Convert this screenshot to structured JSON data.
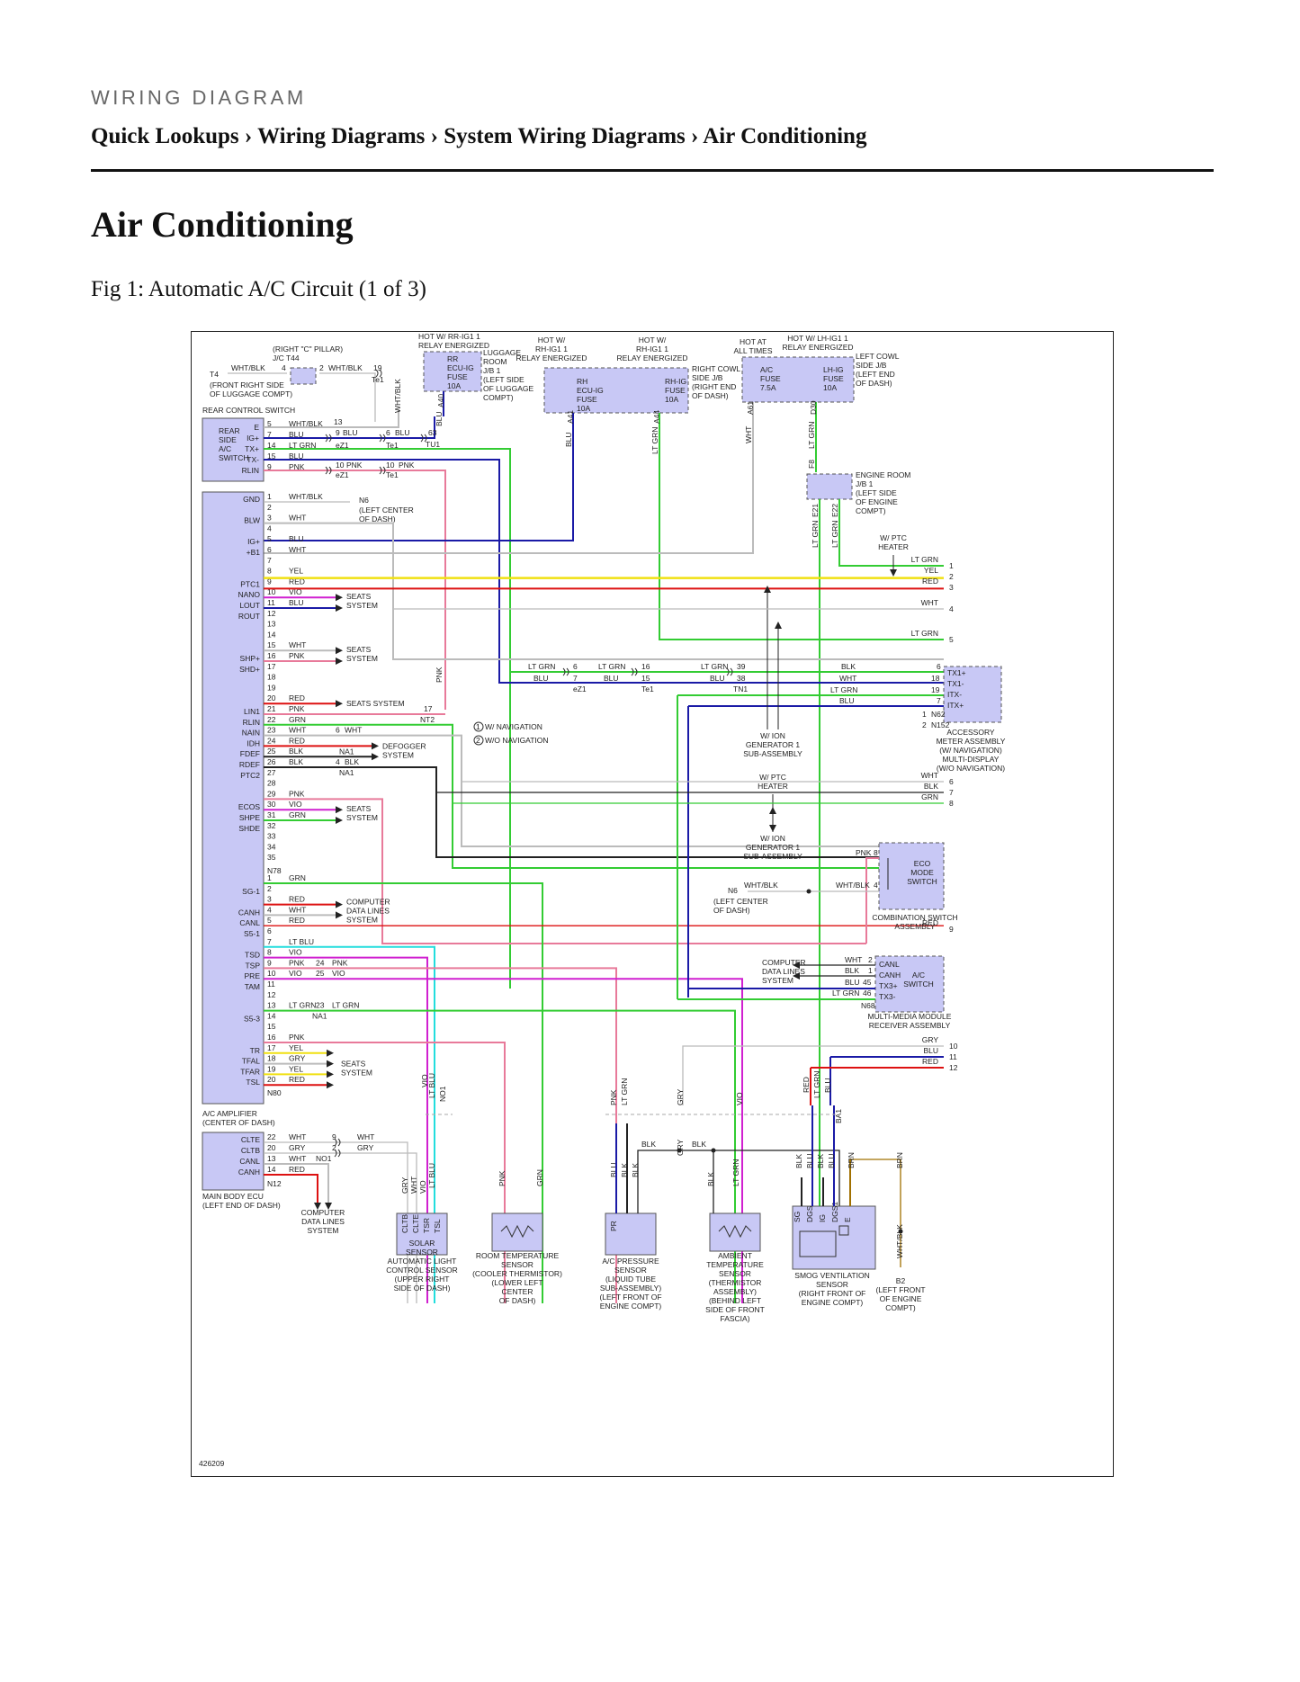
{
  "header": {
    "kicker": "WIRING DIAGRAM"
  },
  "breadcrumb": [
    "Quick Lookups",
    "Wiring Diagrams",
    "System Wiring Diagrams",
    "Air Conditioning"
  ],
  "breadcrumb_sep": "›",
  "page_title": "Air Conditioning",
  "figure_caption": "Fig 1: Automatic A/C Circuit (1 of 3)",
  "diagram": {
    "figure_number": "426209",
    "colors": {
      "box_fill": "#c8c8f5",
      "grn": "#33cc33",
      "blu": "#1a1aa6",
      "red": "#dd1111",
      "pnk": "#e87a9a",
      "vio": "#d020d0",
      "yel": "#f0e010",
      "wht": "#bbbbbb",
      "blk": "#222222",
      "ltblu": "#22dddd",
      "brn": "#a07000"
    },
    "components": {
      "rear_switch_title": "REAR CONTROL SWITCH",
      "rear_switch": [
        "REAR",
        "SIDE",
        "A/C",
        "SWITCH"
      ],
      "right_c_pillar": [
        "(RIGHT \"C\" PILLAR)",
        "J/C T44"
      ],
      "t4": "T4",
      "front_right_side": [
        "(FRONT RIGHT SIDE",
        "OF LUGGAGE COMPT)"
      ],
      "rr_hot": [
        "HOT W/ RR-IG1 1",
        "RELAY ENERGIZED"
      ],
      "rr_fuse": [
        "RR",
        "ECU-IG",
        "FUSE",
        "10A"
      ],
      "luggage_jb": [
        "LUGGAGE",
        "ROOM",
        "J/B 1",
        "(LEFT SIDE",
        "OF LUGGAGE",
        "COMPT)"
      ],
      "rh1_hot": [
        "HOT W/",
        "RH-IG1 1",
        "RELAY ENERGIZED"
      ],
      "rh2_hot": [
        "HOT W/",
        "RH-IG1 1",
        "RELAY ENERGIZED"
      ],
      "rh_fuse": [
        "RH",
        "ECU-IG",
        "FUSE",
        "10A"
      ],
      "rhig_fuse": [
        "RH-IG",
        "FUSE",
        "10A"
      ],
      "right_cowl": [
        "RIGHT COWL",
        "SIDE J/B",
        "(RIGHT END",
        "OF DASH)"
      ],
      "all_times": [
        "HOT AT",
        "ALL TIMES"
      ],
      "lh_hot": [
        "HOT W/ LH-IG1 1",
        "RELAY ENERGIZED"
      ],
      "ac_fuse": [
        "A/C",
        "FUSE",
        "7.5A"
      ],
      "lhig_fuse": [
        "LH-IG",
        "FUSE",
        "10A"
      ],
      "left_cowl": [
        "LEFT COWL",
        "SIDE J/B",
        "(LEFT END",
        "OF DASH)"
      ],
      "engine_jb": [
        "ENGINE ROOM",
        "J/B 1",
        "(LEFT SIDE",
        "OF ENGINE",
        "COMPT)"
      ],
      "ptc_heater_1": [
        "W/ PTC",
        "HEATER"
      ],
      "n6": "N6",
      "n6_loc": [
        "(LEFT CENTER",
        "OF DASH)"
      ],
      "legend": [
        "W/ NAVIGATION",
        "W/O NAVIGATION"
      ],
      "ion_1": [
        "W/ ION",
        "GENERATOR 1",
        "SUB-ASSEMBLY"
      ],
      "ptc_heater_2": [
        "W/ PTC",
        "HEATER"
      ],
      "ion_2": [
        "W/ ION",
        "GENERATOR 1",
        "SUB-ASSEMBLY"
      ],
      "accessory_meter": [
        "ACCESSORY",
        "METER ASSEMBLY",
        "(W/ NAVIGATION)",
        "MULTI-DISPLAY",
        "(W/O NAVIGATION)"
      ],
      "eco_switch": [
        "ECO",
        "MODE",
        "SWITCH"
      ],
      "combo_switch": [
        "COMBINATION SWITCH",
        "ASSEMBLY"
      ],
      "n6b_loc": [
        "(LEFT CENTER",
        "OF DASH)"
      ],
      "ac_switch": [
        "A/C",
        "SWITCH"
      ],
      "multimedia": [
        "MULTI-MEDIA MODULE",
        "RECEIVER ASSEMBLY"
      ],
      "ac_amp": [
        "A/C AMPLIFIER",
        "(CENTER OF DASH)"
      ],
      "main_body_ecu": [
        "MAIN BODY ECU",
        "(LEFT END OF DASH)"
      ],
      "comp_data": [
        "COMPUTER",
        "DATA LINES",
        "SYSTEM"
      ],
      "solar": [
        "SOLAR",
        "SENSOR"
      ],
      "auto_light": [
        "AUTOMATIC LIGHT",
        "CONTROL SENSOR",
        "(UPPER RIGHT",
        "SIDE OF DASH)"
      ],
      "room_temp": [
        "ROOM TEMPERATURE",
        "SENSOR",
        "(COOLER THERMISTOR)",
        "(LOWER LEFT",
        "CENTER",
        "OF DASH)"
      ],
      "ac_pressure": [
        "A/C PRESSURE",
        "SENSOR",
        "(LIQUID TUBE",
        "SUB-ASSEMBLY)",
        "(LEFT FRONT OF",
        "ENGINE COMPT)"
      ],
      "ambient": [
        "AMBIENT",
        "TEMPERATURE",
        "SENSOR",
        "(THERMISTOR",
        "ASSEMBLY)",
        "(BEHIND LEFT",
        "SIDE OF FRONT",
        "FASCIA)"
      ],
      "smog": [
        "SMOG VENTILATION",
        "SENSOR",
        "(RIGHT FRONT OF",
        "ENGINE COMPT)"
      ],
      "b2": [
        "B2",
        "(LEFT FRONT",
        "OF ENGINE",
        "COMPT)"
      ],
      "seats": [
        "SEATS",
        "SYSTEM"
      ],
      "seats_one": "SEATS SYSTEM",
      "defogger": [
        "DEFOGGER",
        "SYSTEM"
      ]
    },
    "amp_pins_a": [
      {
        "n": "1",
        "lbl": "GND",
        "w": "WHT/BLK"
      },
      {
        "n": "2",
        "lbl": "",
        "w": ""
      },
      {
        "n": "3",
        "lbl": "BLW",
        "w": "WHT"
      },
      {
        "n": "4",
        "lbl": "",
        "w": ""
      },
      {
        "n": "5",
        "lbl": "IG+",
        "w": "BLU"
      },
      {
        "n": "6",
        "lbl": "+B1",
        "w": "WHT"
      },
      {
        "n": "7",
        "lbl": "",
        "w": ""
      },
      {
        "n": "8",
        "lbl": "",
        "w": "YEL"
      },
      {
        "n": "9",
        "lbl": "PTC1",
        "w": "RED"
      },
      {
        "n": "10",
        "lbl": "NANO",
        "w": "VIO"
      },
      {
        "n": "11",
        "lbl": "LOUT",
        "w": "BLU"
      },
      {
        "n": "12",
        "lbl": "ROUT",
        "w": ""
      },
      {
        "n": "13",
        "lbl": "",
        "w": ""
      },
      {
        "n": "14",
        "lbl": "",
        "w": ""
      },
      {
        "n": "15",
        "lbl": "",
        "w": "WHT"
      },
      {
        "n": "16",
        "lbl": "SHP+",
        "w": "PNK"
      },
      {
        "n": "17",
        "lbl": "SHD+",
        "w": ""
      },
      {
        "n": "18",
        "lbl": "",
        "w": ""
      },
      {
        "n": "19",
        "lbl": "",
        "w": ""
      },
      {
        "n": "20",
        "lbl": "",
        "w": "RED"
      },
      {
        "n": "21",
        "lbl": "LIN1",
        "w": "PNK"
      },
      {
        "n": "22",
        "lbl": "RLIN",
        "w": "GRN"
      },
      {
        "n": "23",
        "lbl": "NAIN",
        "w": "WHT"
      },
      {
        "n": "24",
        "lbl": "IDH",
        "w": "RED"
      },
      {
        "n": "25",
        "lbl": "FDEF",
        "w": "BLK"
      },
      {
        "n": "26",
        "lbl": "RDEF",
        "w": "BLK"
      },
      {
        "n": "27",
        "lbl": "PTC2",
        "w": ""
      },
      {
        "n": "28",
        "lbl": "",
        "w": ""
      },
      {
        "n": "29",
        "lbl": "",
        "w": "PNK"
      },
      {
        "n": "30",
        "lbl": "ECOS",
        "w": "VIO"
      },
      {
        "n": "31",
        "lbl": "SHPE",
        "w": "GRN"
      },
      {
        "n": "32",
        "lbl": "SHDE",
        "w": ""
      },
      {
        "n": "33",
        "lbl": "",
        "w": ""
      },
      {
        "n": "34",
        "lbl": "",
        "w": ""
      },
      {
        "n": "35",
        "lbl": "",
        "w": ""
      }
    ],
    "amp_pins_b": [
      {
        "n": "1",
        "lbl": "",
        "w": "GRN"
      },
      {
        "n": "2",
        "lbl": "SG-1",
        "w": ""
      },
      {
        "n": "3",
        "lbl": "",
        "w": "RED"
      },
      {
        "n": "4",
        "lbl": "CANH",
        "w": "WHT"
      },
      {
        "n": "5",
        "lbl": "CANL",
        "w": "RED"
      },
      {
        "n": "6",
        "lbl": "S5-1",
        "w": ""
      },
      {
        "n": "7",
        "lbl": "",
        "w": "LT BLU"
      },
      {
        "n": "8",
        "lbl": "TSD",
        "w": "VIO"
      },
      {
        "n": "9",
        "lbl": "TSP",
        "w": "PNK"
      },
      {
        "n": "10",
        "lbl": "PRE",
        "w": "VIO"
      },
      {
        "n": "11",
        "lbl": "TAM",
        "w": ""
      },
      {
        "n": "12",
        "lbl": "",
        "w": ""
      },
      {
        "n": "13",
        "lbl": "",
        "w": "LT GRN"
      },
      {
        "n": "14",
        "lbl": "S5-3",
        "w": ""
      },
      {
        "n": "15",
        "lbl": "",
        "w": ""
      },
      {
        "n": "16",
        "lbl": "",
        "w": "PNK"
      },
      {
        "n": "17",
        "lbl": "TR",
        "w": "YEL"
      },
      {
        "n": "18",
        "lbl": "TFAL",
        "w": "GRY"
      },
      {
        "n": "19",
        "lbl": "TFAR",
        "w": "YEL"
      },
      {
        "n": "20",
        "lbl": "TSL",
        "w": "RED"
      }
    ],
    "rear_pins": [
      {
        "n": "5",
        "lbl": "E",
        "w": "WHT/BLK"
      },
      {
        "n": "7",
        "lbl": "IG+",
        "w": "BLU"
      },
      {
        "n": "14",
        "lbl": "TX+",
        "w": "LT GRN"
      },
      {
        "n": "15",
        "lbl": "TX-",
        "w": "BLU"
      },
      {
        "n": "9",
        "lbl": "RLIN",
        "w": "PNK"
      }
    ],
    "ecu_pins": [
      {
        "n": "22",
        "lbl": "CLTE",
        "w": "WHT"
      },
      {
        "n": "20",
        "lbl": "CLTB",
        "w": "GRY"
      },
      {
        "n": "13",
        "lbl": "CANL",
        "w": "WHT"
      },
      {
        "n": "14",
        "lbl": "CANH",
        "w": "RED"
      }
    ],
    "connectors": [
      "N78",
      "N80",
      "N12",
      "NT2",
      "NA1",
      "TU1",
      "eZ1",
      "Te1",
      "TN1",
      "N62",
      "N152",
      "N68",
      "NO1",
      "BA1",
      "N01"
    ],
    "right_terminals": [
      {
        "n": "1",
        "w": "LT GRN"
      },
      {
        "n": "2",
        "w": "YEL"
      },
      {
        "n": "3",
        "w": "RED"
      },
      {
        "n": "4",
        "w": "WHT"
      },
      {
        "n": "5",
        "w": "LT GRN"
      },
      {
        "n": "6",
        "w": "WHT"
      },
      {
        "n": "7",
        "w": "BLK"
      },
      {
        "n": "8",
        "w": "GRN"
      },
      {
        "n": "9",
        "w": "RED"
      },
      {
        "n": "10",
        "w": "GRY"
      },
      {
        "n": "11",
        "w": "BLU"
      },
      {
        "n": "12",
        "w": "RED"
      }
    ],
    "meter_pins": [
      "TX1+",
      "TX1-",
      "ITX-",
      "ITX+"
    ],
    "ac_switch_pins": [
      "CANL",
      "CANH",
      "TX3+",
      "TX3-"
    ],
    "fuse_pins": [
      "A40",
      "A41",
      "A44",
      "A61",
      "D30",
      "F8",
      "E21",
      "E22"
    ]
  }
}
